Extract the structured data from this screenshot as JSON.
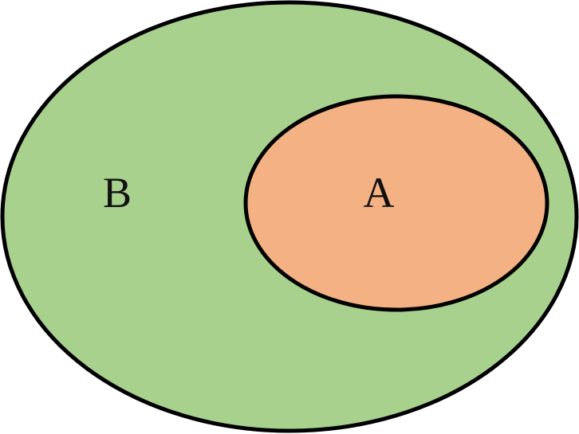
{
  "diagram": {
    "type": "venn-subset",
    "sets": [
      {
        "id": "B",
        "label": "B",
        "fill": "#a9d18e",
        "stroke": "#000000",
        "contains": [
          "A"
        ]
      },
      {
        "id": "A",
        "label": "A",
        "fill": "#f4b183",
        "stroke": "#000000",
        "contains": []
      }
    ]
  }
}
